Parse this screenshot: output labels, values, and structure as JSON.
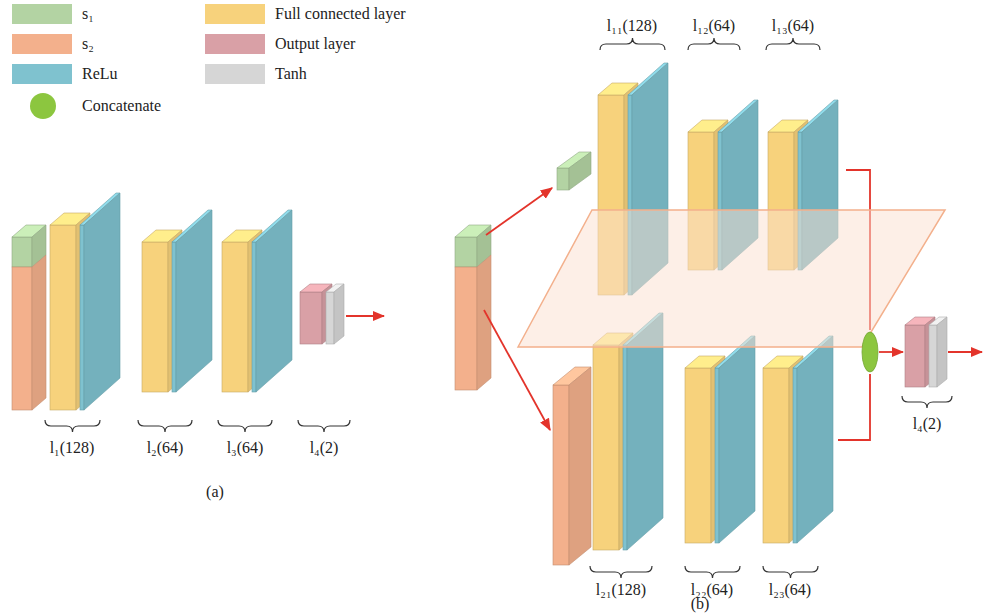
{
  "diagram": {
    "labels": [
      "l₁(128)",
      "l₂(64)",
      "l₃(64)",
      "l₄(2)",
      "(a)",
      "l₁₁(128)",
      "l₁₂(64)",
      "l₁₃(64)",
      "l₂₁(128)",
      "l₂₂(64)",
      "l₂₃(64)",
      "l₄(2)",
      "(b)"
    ],
    "legend": [
      {
        "text": "s₁",
        "color": "#b3d3a3"
      },
      {
        "text": "Full connected layer",
        "color": "#f7d27c"
      },
      {
        "text": "s₂",
        "color": "#f3b08c"
      },
      {
        "text": "Output layer",
        "color": "#d9a0a6"
      },
      {
        "text": "ReLu",
        "color": "#7fc2cf"
      },
      {
        "text": "Tanh",
        "color": "#d6d6d6"
      },
      {
        "text": "Concatenate",
        "color": "#8cc63f"
      }
    ]
  }
}
